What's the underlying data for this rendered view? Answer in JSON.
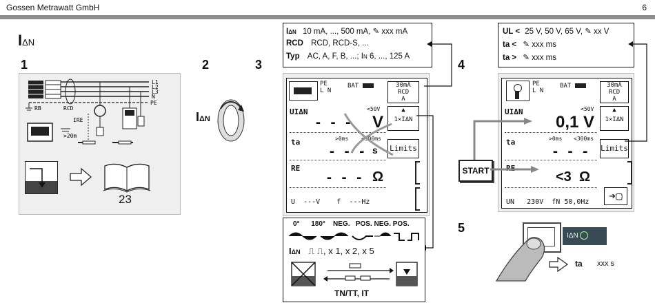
{
  "header": {
    "company": "Gossen Metrawatt GmbH",
    "page_number": "6"
  },
  "title": {
    "symbol": "I",
    "subscript": "ΔN"
  },
  "steps": {
    "s1": "1",
    "s2": "2",
    "s3": "3",
    "s4": "4",
    "s5": "5"
  },
  "step1": {
    "wiring_labels": [
      "L1",
      "L2",
      "L3",
      "N",
      "PE",
      "RB",
      "RCD",
      "IRE",
      ">20m"
    ],
    "page_ref": "23"
  },
  "step2": {
    "dial_label_main": "I",
    "dial_label_sub": "ΔN"
  },
  "info_box_left": {
    "row1_label": "I",
    "row1_label_sub": "ΔN",
    "row1_value": "10 mA, ..., 500 mA,",
    "row1_edit": "xxx mA",
    "row2_label": "RCD",
    "row2_value": "RCD, RCD-S, ...",
    "row3_label": "Typ",
    "row3_value_a": "AC, A, F, B, ...; I",
    "row3_value_sub": "N",
    "row3_value_b": " 6, ..., 125 A"
  },
  "info_box_right": {
    "row1_label": "UL <",
    "row1_value": "25 V, 50 V, 65 V,",
    "row1_edit": "xx V",
    "row2_label": "ta <",
    "row2_edit": "xxx ms",
    "row3_label": "ta >",
    "row3_edit": "xxx ms"
  },
  "screen3": {
    "icon_pe": "PE",
    "icon_pe_lines": "L N",
    "icon_bat": "BAT",
    "key_range": [
      "30mA",
      "RCD",
      "A"
    ],
    "row1_label": "UIΔN",
    "row1_limit": "<50V",
    "row1_value": "- - -",
    "row1_unit": "V",
    "key_multiplier": "1×IΔN",
    "row2_label": "ta",
    "row2_lim_a": ">0ms",
    "row2_lim_b": "<300ms",
    "row2_value": "- - -",
    "row2_unit": "s",
    "key_limits": "Limits",
    "row3_label": "RE",
    "row3_value": "- - -",
    "row3_unit": "Ω",
    "row4_u": "U",
    "row4_u_val": "---V",
    "row4_f": "f",
    "row4_f_val": "---Hz"
  },
  "screen4": {
    "icon_pe": "PE",
    "icon_pe_lines": "L N",
    "icon_bat": "BAT",
    "key_range": [
      "30mA",
      "RCD",
      "A"
    ],
    "row1_label": "UIΔN",
    "row1_limit": "<50V",
    "row1_value": "0,1",
    "row1_unit": "V",
    "key_multiplier": "1×IΔN",
    "row2_label": "ta",
    "row2_lim_a": ">0ms",
    "row2_lim_b": "<300ms",
    "row2_value": "- - -",
    "key_limits": "Limits",
    "row3_label": "RE",
    "row3_value": "<3",
    "row3_unit": "Ω",
    "row4_un": "UN",
    "row4_un_val": "230V",
    "row4_fn": "fN",
    "row4_fn_val": "50,0Hz"
  },
  "start_button": "START",
  "waveform_box": {
    "phases": [
      "0°",
      "180°",
      "NEG.",
      "POS.",
      "NEG.",
      "POS."
    ],
    "row2_label": "I",
    "row2_sub": "ΔN",
    "row2_mult": ", x 1, x 2, x 5",
    "footer": "TN/TT, IT"
  },
  "step5": {
    "key_label": "IΔN",
    "result_label": "ta",
    "result_value": "xxx s"
  }
}
